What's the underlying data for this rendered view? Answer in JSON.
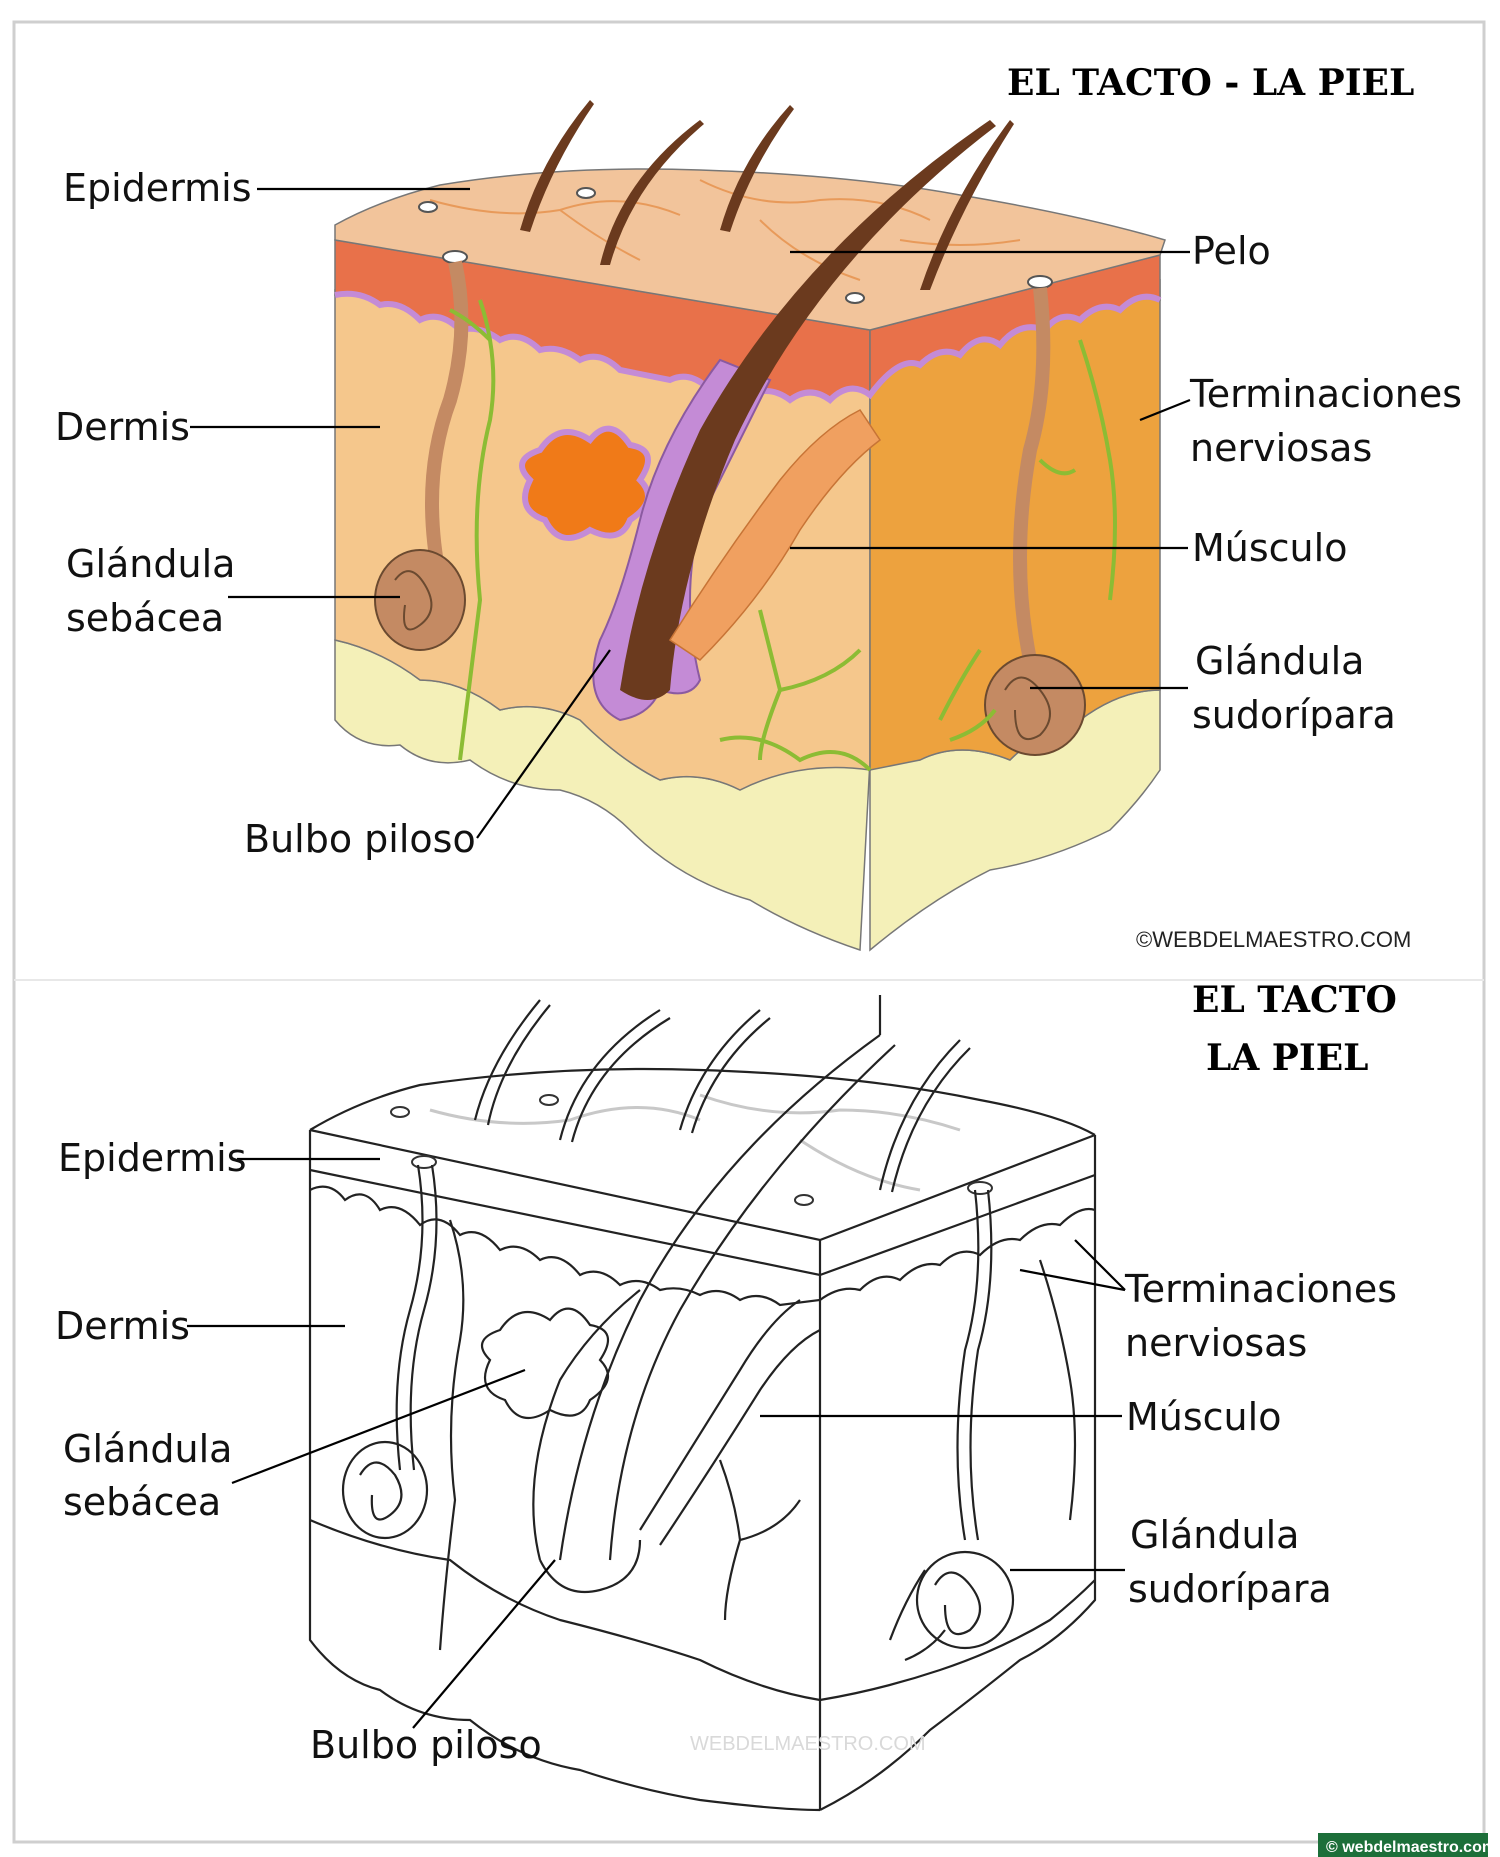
{
  "colored": {
    "title": "EL TACTO - LA PIEL",
    "labels": {
      "epidermis": "Epidermis",
      "pelo": "Pelo",
      "dermis": "Dermis",
      "terminaciones_1": "Terminaciones",
      "terminaciones_2": "nerviosas",
      "musculo": "Músculo",
      "glandula_sebacea_1": "Glándula",
      "glandula_sebacea_2": "sebácea",
      "glandula_sudoripara_1": "Glándula",
      "glandula_sudoripara_2": "sudorípara",
      "bulbo": "Bulbo piloso"
    },
    "copyright": "©WEBDELMAESTRO.COM"
  },
  "outline": {
    "title_1": "EL TACTO",
    "title_2": "LA PIEL",
    "labels": {
      "epidermis": "Epidermis",
      "dermis": "Dermis",
      "terminaciones_1": "Terminaciones",
      "terminaciones_2": "nerviosas",
      "musculo": "Músculo",
      "glandula_sebacea_1": "Glándula",
      "glandula_sebacea_2": "sebácea",
      "glandula_sudoripara_1": "Glándula",
      "glandula_sudoripara_2": "sudorípara",
      "bulbo": "Bulbo piloso"
    },
    "watermark": "WEBDELMAESTRO.COM"
  },
  "footer_url": "© webdelmaestro.com",
  "colors": {
    "epidermis_top": "#f2c49b",
    "epidermis_band": "#e8714a",
    "dermis": "#f5c78c",
    "dermis_side": "#eda23e",
    "hypodermis": "#f4f0b8",
    "hair": "#6b3a1e",
    "nerve": "#8cbc34",
    "gland": "#c48a63",
    "membrane": "#c48bd6",
    "sebaceous": "#f07a18"
  }
}
